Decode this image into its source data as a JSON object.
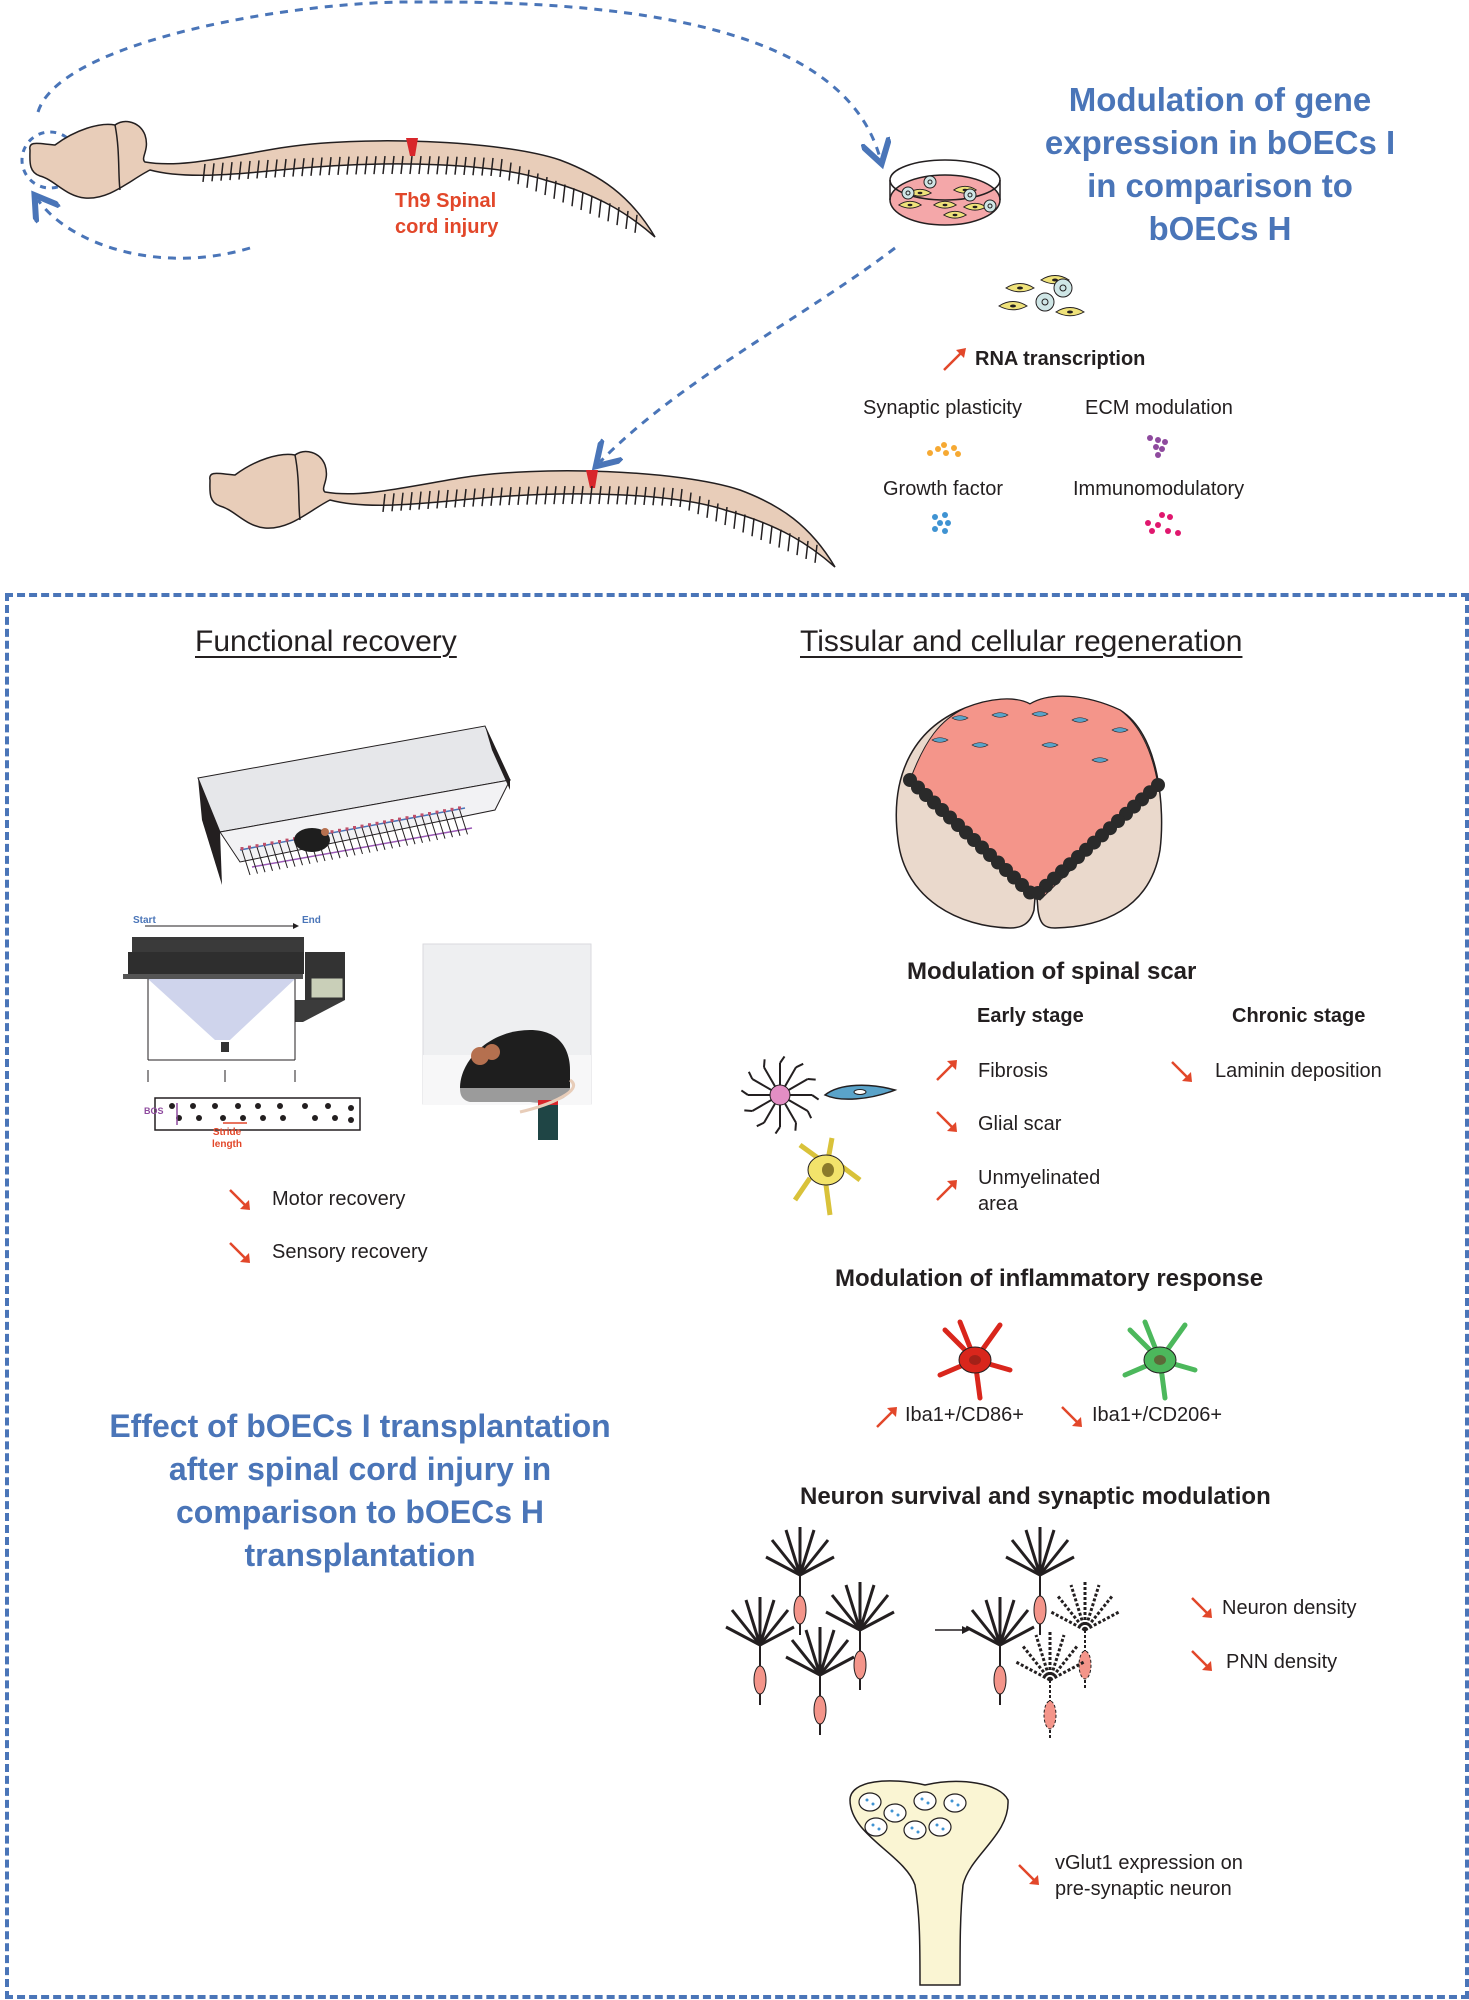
{
  "top": {
    "injury_label": "Th9 Spinal cord injury",
    "injury_label_lines": [
      "Th9 Spinal",
      "cord injury"
    ],
    "gene_title_lines": [
      "Modulation of gene",
      "expression in bOECs I",
      "in comparison to",
      "bOECs H"
    ],
    "rna": {
      "direction": "up",
      "label": "RNA transcription"
    },
    "factors": [
      {
        "label": "Synaptic plasticity",
        "color": "#f6a933"
      },
      {
        "label": "ECM modulation",
        "color": "#8e4a9e"
      },
      {
        "label": "Growth factor",
        "color": "#3f93d2"
      },
      {
        "label": "Immunomodulatory",
        "color": "#e0176e"
      }
    ]
  },
  "functional": {
    "heading": "Functional recovery",
    "catwalk": {
      "start": "Start",
      "end": "End",
      "bos": "BOS",
      "stride": [
        "Stride",
        "length"
      ]
    },
    "outcomes": [
      {
        "direction": "down",
        "label": "Motor recovery"
      },
      {
        "direction": "down",
        "label": "Sensory recovery"
      }
    ],
    "effect_title_lines": [
      "Effect of bOECs I transplantation",
      "after spinal cord injury in",
      "comparison to bOECs H",
      "transplantation"
    ]
  },
  "tissular": {
    "heading": "Tissular and cellular regeneration",
    "scar": {
      "title": "Modulation of spinal scar",
      "early_stage": "Early stage",
      "chronic_stage": "Chronic stage",
      "early_items": [
        {
          "direction": "up",
          "label": "Fibrosis"
        },
        {
          "direction": "down",
          "label": "Glial scar"
        },
        {
          "direction": "up",
          "label": "Unmyelinated area",
          "lines": [
            "Unmyelinated",
            "area"
          ]
        }
      ],
      "chronic_items": [
        {
          "direction": "down",
          "label": "Laminin deposition"
        }
      ]
    },
    "inflammatory": {
      "title": "Modulation of inflammatory response",
      "items": [
        {
          "direction": "up",
          "label": "Iba1+/CD86+",
          "color": "#d9261c"
        },
        {
          "direction": "down",
          "label": "Iba1+/CD206+",
          "color": "#4cb85c"
        }
      ]
    },
    "neuron": {
      "title": "Neuron survival and synaptic modulation",
      "items": [
        {
          "direction": "down",
          "label": "Neuron density"
        },
        {
          "direction": "down",
          "label": "PNN density"
        }
      ]
    },
    "synapse": {
      "direction": "down",
      "lines": [
        "vGlut1 expression on",
        "pre-synaptic neuron"
      ]
    }
  },
  "colors": {
    "accent_blue": "#4a75b8",
    "arrow_red": "#e2472a",
    "injury_red": "#d8262b",
    "rat_body": "#e8cdb9"
  }
}
